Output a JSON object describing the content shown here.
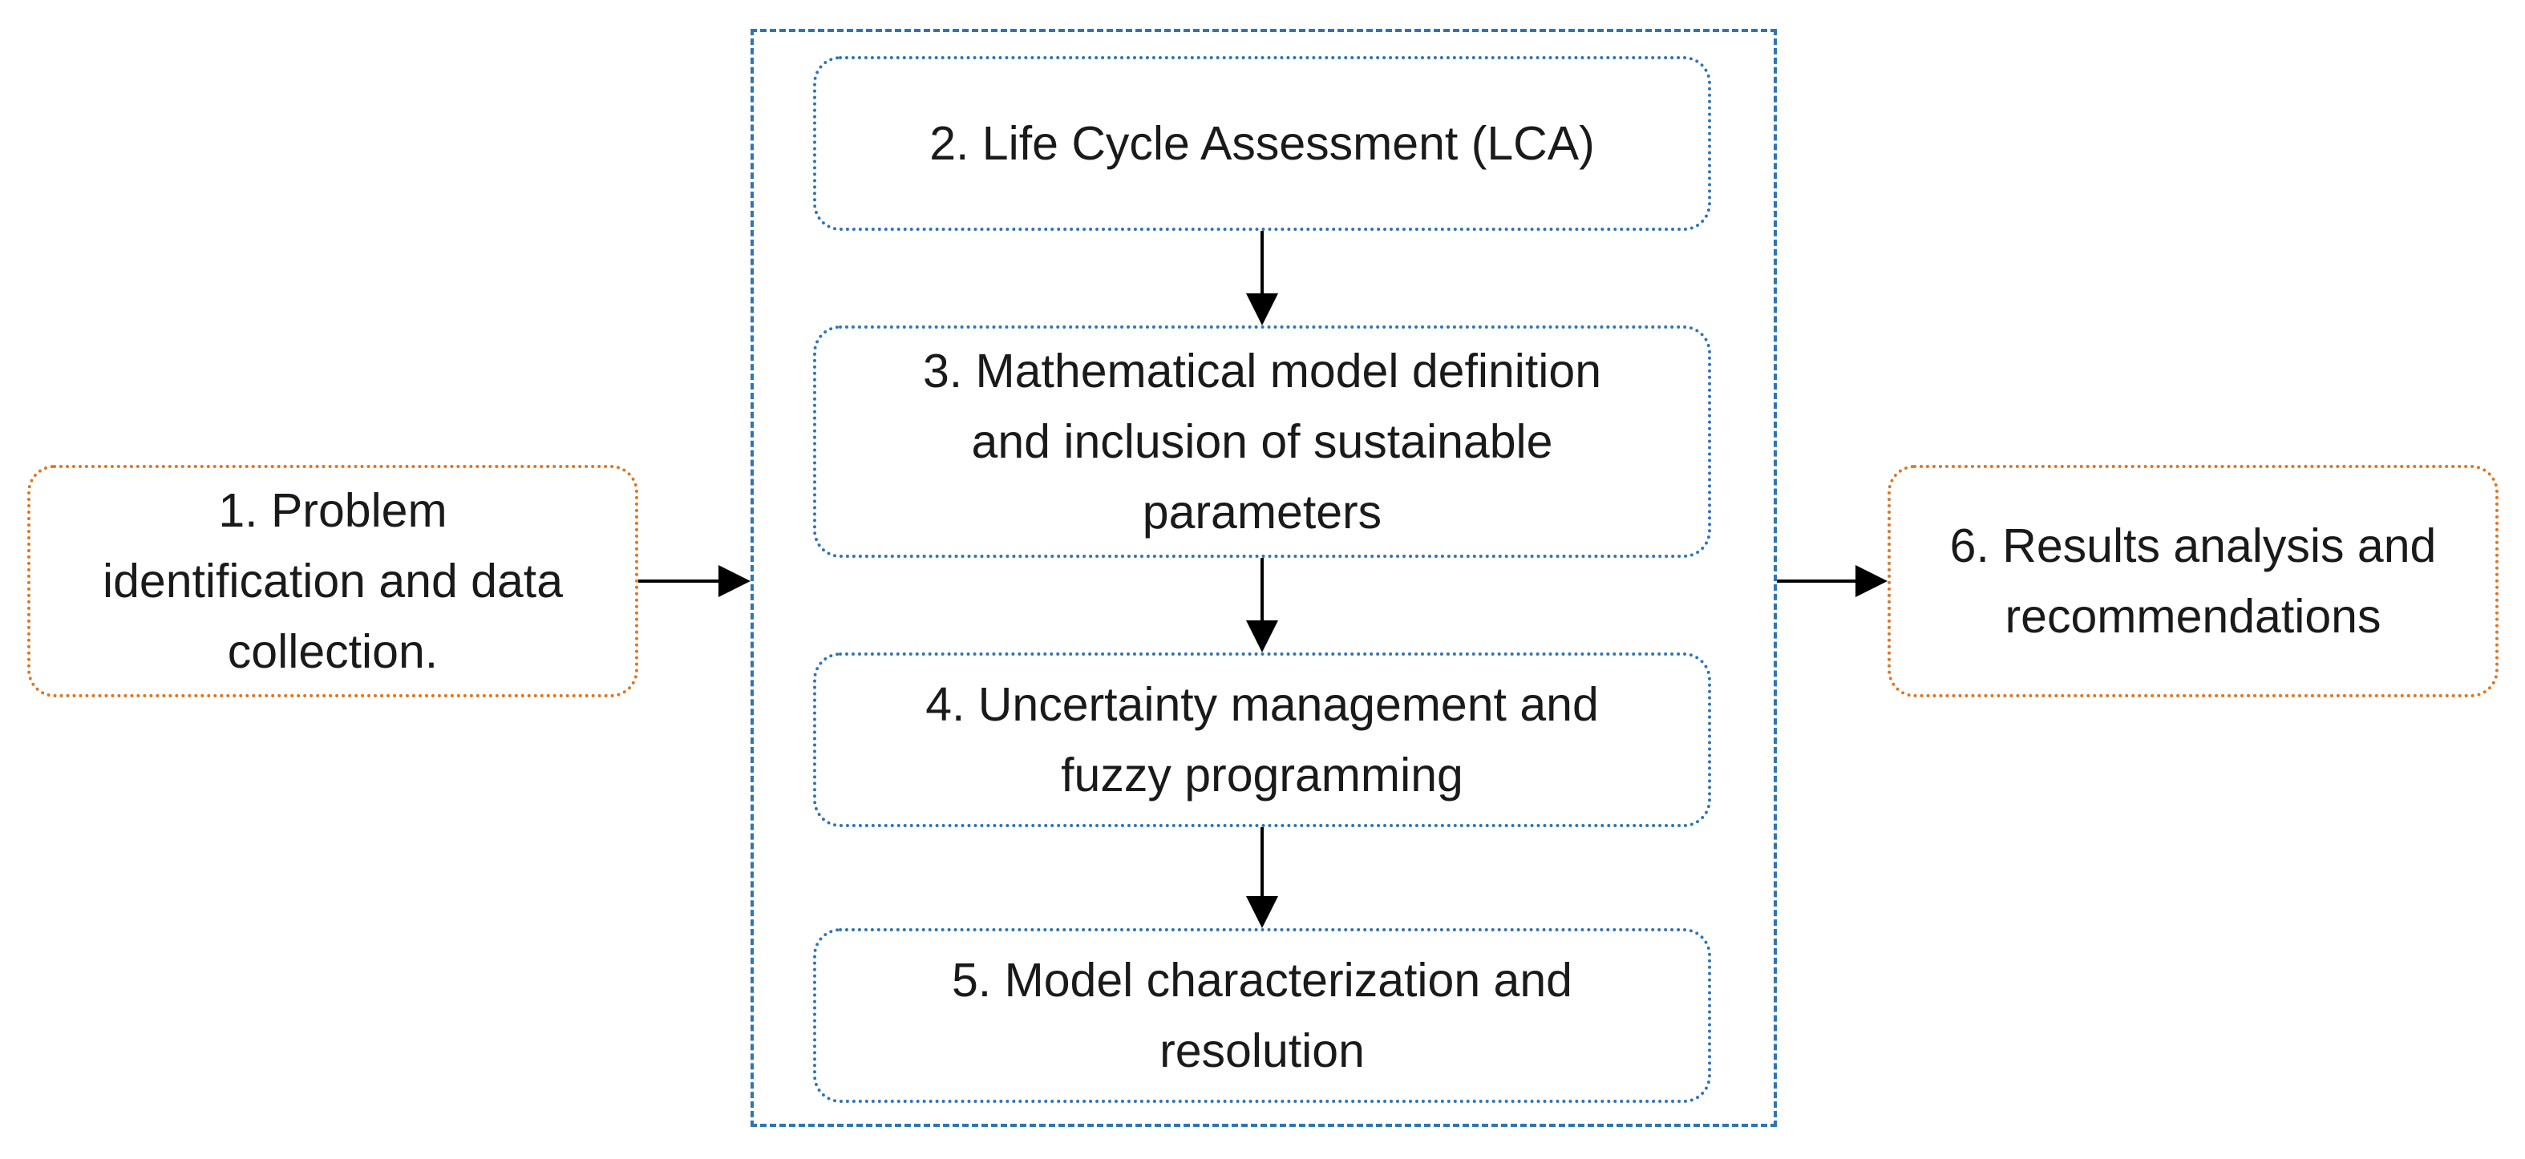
{
  "diagram": {
    "colors": {
      "group_border": "#2e75b6",
      "inner_node_border": "#2e75b6",
      "outer_node_border": "#e0741f",
      "arrow": "#000000",
      "text": "#1a1a1a"
    },
    "nodes": {
      "step1": {
        "text": "1. Problem\nidentification and data\ncollection."
      },
      "step2": {
        "text": "2. Life Cycle Assessment (LCA)"
      },
      "step3": {
        "text": "3. Mathematical model definition\nand inclusion of sustainable\nparameters"
      },
      "step4": {
        "text": "4. Uncertainty management and\nfuzzy programming"
      },
      "step5": {
        "text": "5. Model characterization and\nresolution"
      },
      "step6": {
        "text": "6. Results analysis and\nrecommendations"
      }
    },
    "edges": [
      {
        "from": "step1",
        "to": "group"
      },
      {
        "from": "step2",
        "to": "step3"
      },
      {
        "from": "step3",
        "to": "step4"
      },
      {
        "from": "step4",
        "to": "step5"
      },
      {
        "from": "group",
        "to": "step6"
      }
    ]
  }
}
